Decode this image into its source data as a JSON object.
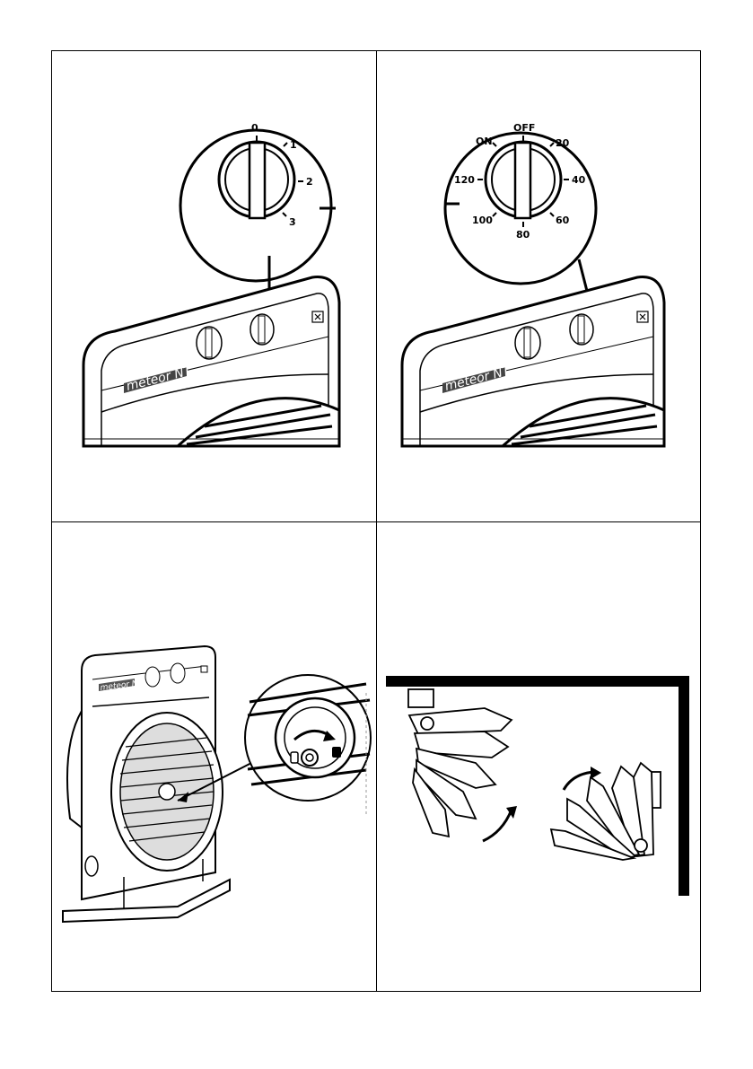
{
  "panels": {
    "panel1": {
      "dial_labels": [
        "0",
        "1",
        "2",
        "3"
      ]
    },
    "panel2": {
      "dial_labels": [
        "OFF",
        "20",
        "40",
        "60",
        "80",
        "100",
        "120",
        "ON"
      ]
    }
  },
  "brand": {
    "name": "meteor NT"
  }
}
